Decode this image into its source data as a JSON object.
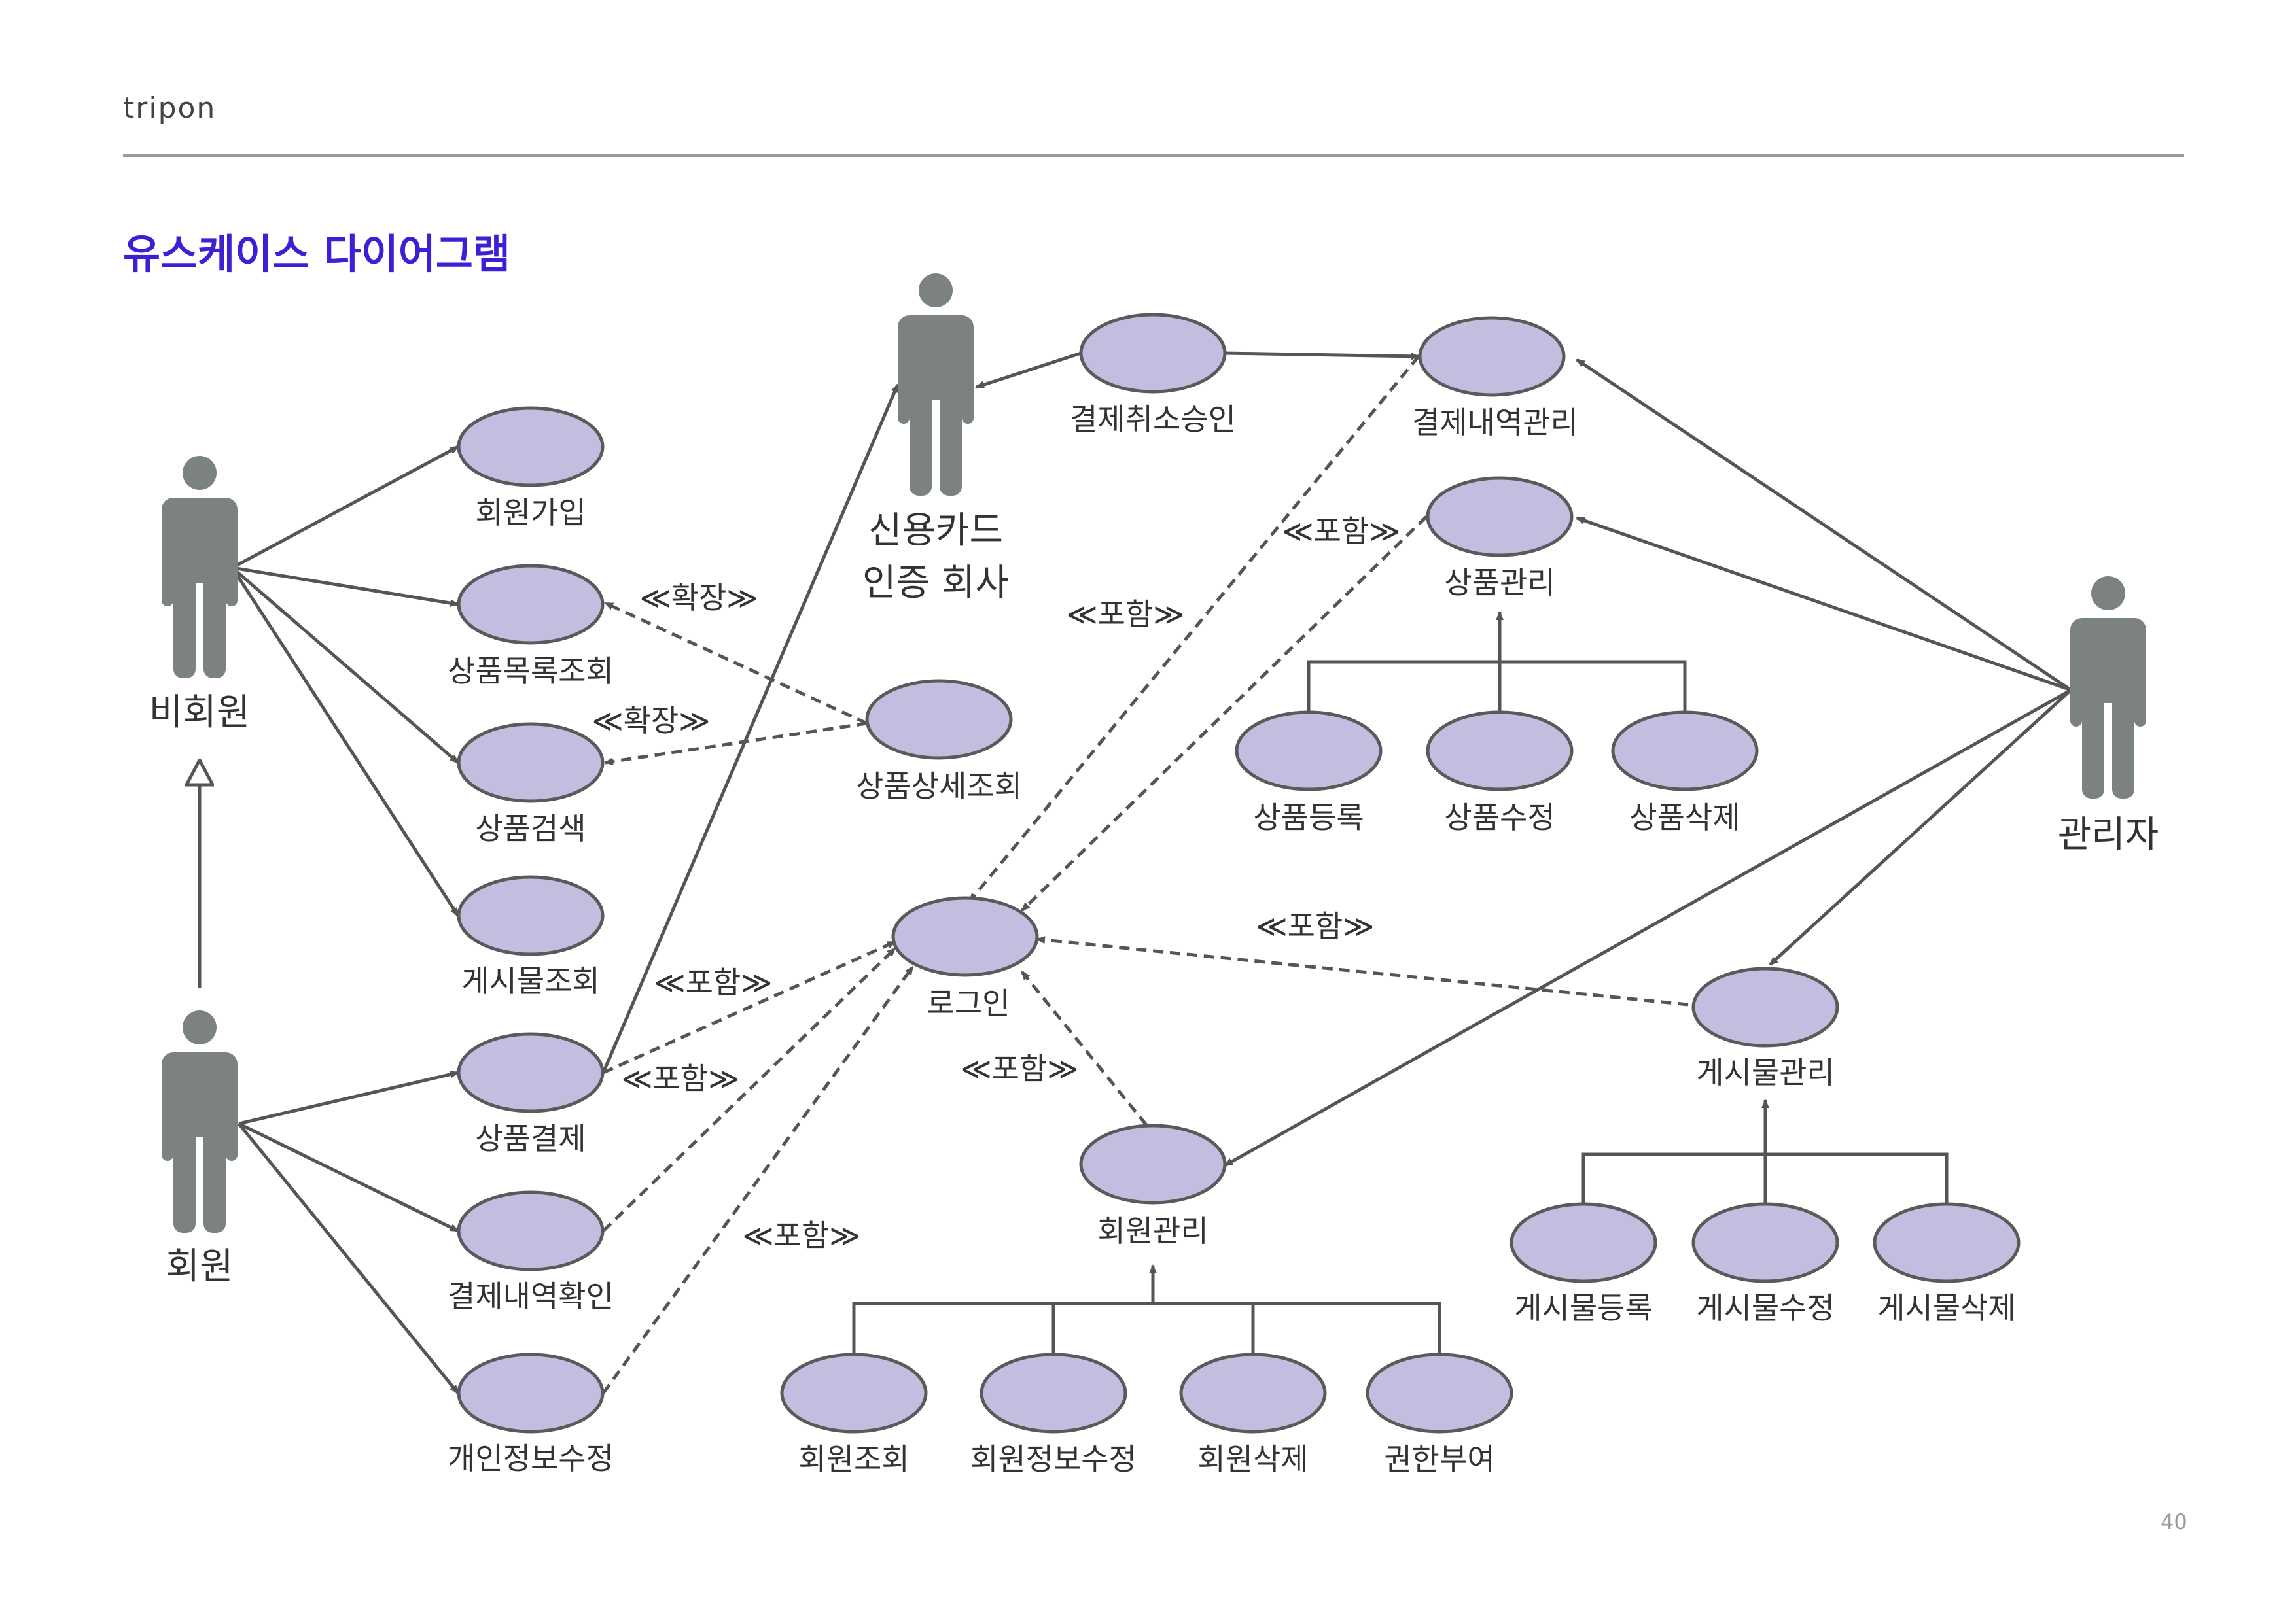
{
  "header": {
    "brand": "tripon",
    "title": "유스케이스 다이어그램",
    "page_number": "40"
  },
  "colors": {
    "usecase_fill": "#c5bde0",
    "usecase_stroke": "#5a5a5a",
    "actor": "#7c8280",
    "line": "#555555",
    "title": "#3f1fd6"
  },
  "actors": {
    "guest": {
      "label": "비회원"
    },
    "member": {
      "label": "회원"
    },
    "card_company": {
      "label_line1": "신용카드",
      "label_line2": "인증 회사"
    },
    "admin": {
      "label": "관리자"
    }
  },
  "usecases": {
    "signup": "회원가입",
    "product_list": "상품목록조회",
    "product_search": "상품검색",
    "board_view": "게시물조회",
    "product_payment": "상품결제",
    "payment_history_check": "결제내역확인",
    "personal_info_edit": "개인정보수정",
    "product_detail": "상품상세조회",
    "login": "로그인",
    "payment_cancel_approval": "결제취소승인",
    "payment_history_mgmt": "결제내역관리",
    "product_mgmt": "상품관리",
    "product_register": "상품등록",
    "product_edit": "상품수정",
    "product_delete": "상품삭제",
    "member_mgmt": "회원관리",
    "member_view": "회원조회",
    "member_info_edit": "회원정보수정",
    "member_delete": "회원삭제",
    "grant_permission": "권한부여",
    "board_mgmt": "게시물관리",
    "board_register": "게시물등록",
    "board_edit": "게시물수정",
    "board_delete": "게시물삭제"
  },
  "stereotypes": {
    "extend": "≪확장≫",
    "include": "≪포함≫"
  }
}
